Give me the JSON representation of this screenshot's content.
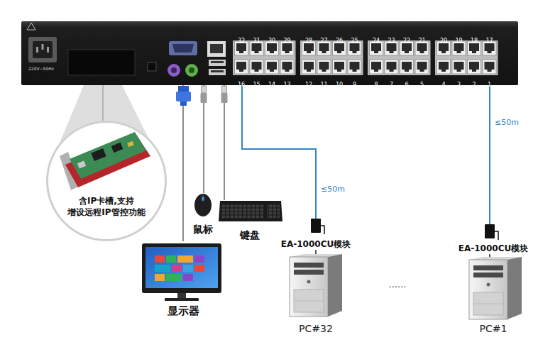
{
  "diagram": {
    "nodes": [
      {
        "text": [
          "220V~50Hz"
        ]
      },
      {
        "text": [
          "含IP卡槽,支持 增设远程IP管控功能"
        ]
      },
      {
        "text": [
          "鼠标"
        ]
      },
      {
        "text": [
          "键盘"
        ]
      },
      {
        "text": [
          "显示器"
        ]
      },
      {
        "text": [
          "EA-1000CU模块"
        ]
      },
      {
        "text": [
          "PC#32"
        ]
      },
      {
        "text": [
          "EA-1000CU模块"
        ]
      },
      {
        "text": [
          "PC#1"
        ]
      }
    ],
    "edges": [
      {
        "from": 0,
        "to": 1,
        "arrow": "none"
      },
      {
        "from": 0,
        "to": 4,
        "arrow": "none"
      },
      {
        "from": 0,
        "to": 2,
        "arrow": "none"
      },
      {
        "from": 0,
        "to": 3,
        "arrow": "none"
      },
      {
        "from": 0,
        "to": 5,
        "label": "≤50m",
        "arrow": "none"
      },
      {
        "from": 5,
        "to": 6,
        "arrow": "none"
      },
      {
        "from": 0,
        "to": 7,
        "label": "≤50m",
        "arrow": "none"
      },
      {
        "from": 7,
        "to": 8,
        "arrow": "none"
      }
    ],
    "labels": [
      "32",
      "31",
      "30",
      "29",
      "28",
      "27",
      "26",
      "25",
      "24",
      "23",
      "22",
      "21",
      "20",
      "19",
      "18",
      "17",
      "16",
      "15",
      "14",
      "13",
      "12",
      "11",
      "10",
      "9",
      "8",
      "7",
      "6",
      "5",
      "4",
      "3",
      "2",
      "1",
      "......"
    ]
  }
}
